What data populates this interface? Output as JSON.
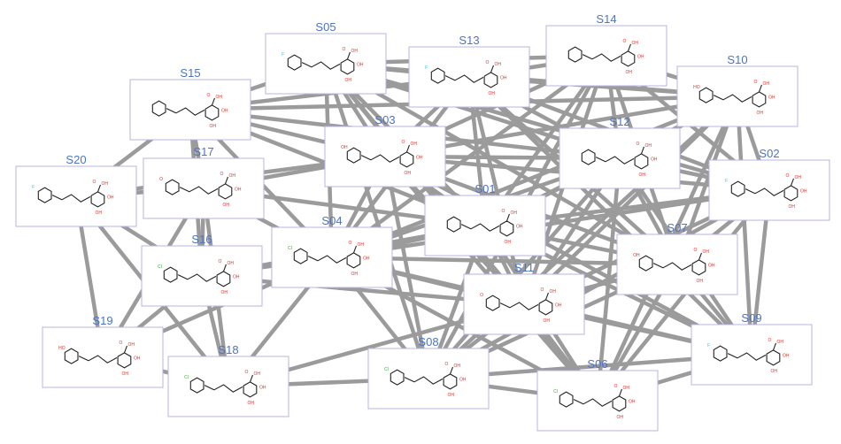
{
  "diagram": {
    "type": "molecule-similarity-network",
    "edge_color": "#9b9b9b",
    "node_border_color": "#b9b4e2",
    "title_color": "#4a74c9",
    "nodes": [
      {
        "id": "S01",
        "label": "S01",
        "substituent": "",
        "tail": "styryl"
      },
      {
        "id": "S02",
        "label": "S02",
        "substituent": "F",
        "tail": "styryl"
      },
      {
        "id": "S03",
        "label": "S03",
        "substituent": "OH",
        "tail": "styryl"
      },
      {
        "id": "S04",
        "label": "S04",
        "substituent": "Cl",
        "tail": "styryl"
      },
      {
        "id": "S05",
        "label": "S05",
        "substituent": "F",
        "tail": "styryl"
      },
      {
        "id": "S06",
        "label": "S06",
        "substituent": "Cl",
        "tail": "styryl"
      },
      {
        "id": "S07",
        "label": "S07",
        "substituent": "OH",
        "tail": "styryl"
      },
      {
        "id": "S08",
        "label": "S08",
        "substituent": "Cl",
        "tail": "styryl"
      },
      {
        "id": "S09",
        "label": "S09",
        "substituent": "F",
        "tail": "styryl"
      },
      {
        "id": "S10",
        "label": "S10",
        "substituent": "HO",
        "tail": "styryl"
      },
      {
        "id": "S11",
        "label": "S11",
        "substituent": "O",
        "tail": "propyl"
      },
      {
        "id": "S12",
        "label": "S12",
        "substituent": "",
        "tail": "styryl"
      },
      {
        "id": "S13",
        "label": "S13",
        "substituent": "F",
        "tail": "styryl"
      },
      {
        "id": "S14",
        "label": "S14",
        "substituent": "",
        "tail": "styryl"
      },
      {
        "id": "S15",
        "label": "S15",
        "substituent": "",
        "tail": "propyl"
      },
      {
        "id": "S16",
        "label": "S16",
        "substituent": "Cl",
        "tail": "propyl"
      },
      {
        "id": "S17",
        "label": "S17",
        "substituent": "O",
        "tail": "propyl"
      },
      {
        "id": "S18",
        "label": "S18",
        "substituent": "Cl",
        "tail": "propyl"
      },
      {
        "id": "S19",
        "label": "S19",
        "substituent": "HO",
        "tail": "propyl"
      },
      {
        "id": "S20",
        "label": "S20",
        "substituent": "F",
        "tail": "propyl"
      }
    ],
    "edges": [
      [
        "S15",
        "S05"
      ],
      [
        "S15",
        "S13"
      ],
      [
        "S15",
        "S03"
      ],
      [
        "S15",
        "S12"
      ],
      [
        "S15",
        "S01"
      ],
      [
        "S15",
        "S20"
      ],
      [
        "S15",
        "S17"
      ],
      [
        "S15",
        "S16"
      ],
      [
        "S15",
        "S04"
      ],
      [
        "S15",
        "S10"
      ],
      [
        "S05",
        "S13"
      ],
      [
        "S05",
        "S14"
      ],
      [
        "S05",
        "S03"
      ],
      [
        "S05",
        "S01"
      ],
      [
        "S05",
        "S12"
      ],
      [
        "S05",
        "S04"
      ],
      [
        "S05",
        "S11"
      ],
      [
        "S05",
        "S08"
      ],
      [
        "S05",
        "S07"
      ],
      [
        "S05",
        "S02"
      ],
      [
        "S05",
        "S06"
      ],
      [
        "S05",
        "S10"
      ],
      [
        "S13",
        "S14"
      ],
      [
        "S13",
        "S03"
      ],
      [
        "S13",
        "S12"
      ],
      [
        "S13",
        "S01"
      ],
      [
        "S13",
        "S10"
      ],
      [
        "S13",
        "S02"
      ],
      [
        "S13",
        "S07"
      ],
      [
        "S13",
        "S04"
      ],
      [
        "S13",
        "S11"
      ],
      [
        "S13",
        "S09"
      ],
      [
        "S14",
        "S10"
      ],
      [
        "S14",
        "S12"
      ],
      [
        "S14",
        "S03"
      ],
      [
        "S14",
        "S01"
      ],
      [
        "S14",
        "S02"
      ],
      [
        "S14",
        "S04"
      ],
      [
        "S14",
        "S07"
      ],
      [
        "S14",
        "S11"
      ],
      [
        "S14",
        "S08"
      ],
      [
        "S10",
        "S12"
      ],
      [
        "S10",
        "S03"
      ],
      [
        "S10",
        "S01"
      ],
      [
        "S10",
        "S02"
      ],
      [
        "S10",
        "S07"
      ],
      [
        "S10",
        "S09"
      ],
      [
        "S10",
        "S04"
      ],
      [
        "S10",
        "S11"
      ],
      [
        "S10",
        "S08"
      ],
      [
        "S10",
        "S06"
      ],
      [
        "S03",
        "S12"
      ],
      [
        "S03",
        "S01"
      ],
      [
        "S03",
        "S04"
      ],
      [
        "S03",
        "S02"
      ],
      [
        "S03",
        "S07"
      ],
      [
        "S03",
        "S11"
      ],
      [
        "S03",
        "S08"
      ],
      [
        "S03",
        "S09"
      ],
      [
        "S03",
        "S06"
      ],
      [
        "S03",
        "S17"
      ],
      [
        "S03",
        "S20"
      ],
      [
        "S12",
        "S01"
      ],
      [
        "S12",
        "S02"
      ],
      [
        "S12",
        "S07"
      ],
      [
        "S12",
        "S04"
      ],
      [
        "S12",
        "S11"
      ],
      [
        "S12",
        "S09"
      ],
      [
        "S12",
        "S06"
      ],
      [
        "S12",
        "S08"
      ],
      [
        "S02",
        "S01"
      ],
      [
        "S02",
        "S07"
      ],
      [
        "S02",
        "S09"
      ],
      [
        "S02",
        "S11"
      ],
      [
        "S02",
        "S04"
      ],
      [
        "S02",
        "S06"
      ],
      [
        "S02",
        "S08"
      ],
      [
        "S01",
        "S04"
      ],
      [
        "S01",
        "S07"
      ],
      [
        "S01",
        "S11"
      ],
      [
        "S01",
        "S08"
      ],
      [
        "S01",
        "S09"
      ],
      [
        "S01",
        "S06"
      ],
      [
        "S01",
        "S16"
      ],
      [
        "S01",
        "S17"
      ],
      [
        "S04",
        "S07"
      ],
      [
        "S04",
        "S11"
      ],
      [
        "S04",
        "S08"
      ],
      [
        "S04",
        "S06"
      ],
      [
        "S04",
        "S09"
      ],
      [
        "S04",
        "S17"
      ],
      [
        "S04",
        "S16"
      ],
      [
        "S04",
        "S18"
      ],
      [
        "S04",
        "S19"
      ],
      [
        "S07",
        "S11"
      ],
      [
        "S07",
        "S09"
      ],
      [
        "S07",
        "S06"
      ],
      [
        "S07",
        "S08"
      ],
      [
        "S11",
        "S08"
      ],
      [
        "S11",
        "S06"
      ],
      [
        "S11",
        "S09"
      ],
      [
        "S11",
        "S18"
      ],
      [
        "S11",
        "S16"
      ],
      [
        "S08",
        "S06"
      ],
      [
        "S08",
        "S09"
      ],
      [
        "S08",
        "S18"
      ],
      [
        "S06",
        "S09"
      ],
      [
        "S20",
        "S17"
      ],
      [
        "S20",
        "S16"
      ],
      [
        "S20",
        "S19"
      ],
      [
        "S20",
        "S18"
      ],
      [
        "S17",
        "S16"
      ],
      [
        "S17",
        "S19"
      ],
      [
        "S17",
        "S18"
      ],
      [
        "S16",
        "S19"
      ],
      [
        "S16",
        "S18"
      ],
      [
        "S19",
        "S18"
      ]
    ]
  }
}
